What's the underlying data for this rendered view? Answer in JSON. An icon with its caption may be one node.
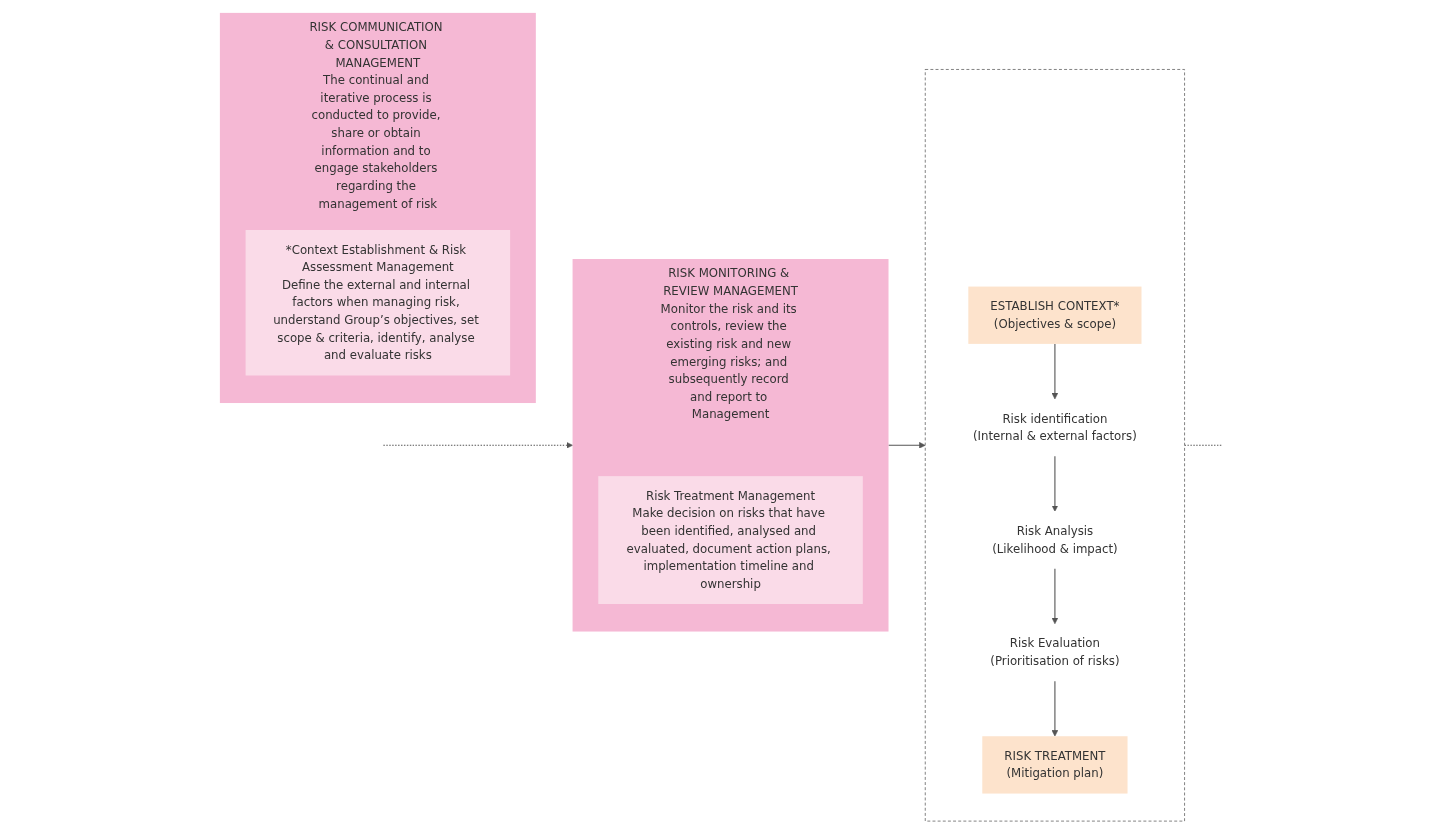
{
  "diagram": {
    "nodes": [
      {
        "text": [
          "RISK COMMUNICATION & CONSULTATION MANAGEMENT",
          "The continual and iterative process is conducted to provide, share or obtain information and to engage stakeholders regarding the management of risk"
        ]
      },
      {
        "text": [
          "*Context Establishment & Risk Assessment Management",
          "Define the external and internal factors when managing risk, understand Group’s objectives, set scope & criteria, identify, analyse and evaluate risks"
        ],
        "in": 0
      },
      {
        "text": [],
        "shape": "box"
      },
      {
        "text": [
          "ESTABLISH CONTEXT*",
          "(Objectives & scope)"
        ],
        "in": 2
      },
      {
        "text": [
          "Risk identification",
          "(Internal & external factors)"
        ],
        "in": 2
      },
      {
        "text": [
          "Risk Analysis",
          "(Likelihood & impact)"
        ],
        "in": 2
      },
      {
        "text": [
          "Risk Evaluation",
          "(Prioritisation of risks)"
        ],
        "in": 2
      },
      {
        "text": [
          "RISK TREATMENT",
          "(Mitigation plan)"
        ],
        "in": 2
      },
      {
        "text": [
          "RISK MONITORING & REVIEW MANAGEMENT",
          "Monitor the risk and its controls, review the existing risk and new emerging risks; and subsequently record and report to Management"
        ]
      },
      {
        "text": [
          "Risk Treatment Management",
          "Make decision on risks that have been identified, analysed and evaluated, document action plans, implementation timeline and ownership"
        ],
        "in": 8
      }
    ],
    "edges": [
      {
        "from": 8,
        "to": 2,
        "arrow": "to"
      },
      {
        "from": 3,
        "to": 4,
        "arrow": "to"
      },
      {
        "from": 4,
        "to": 5,
        "arrow": "to"
      },
      {
        "from": 5,
        "to": 6,
        "arrow": "to"
      },
      {
        "from": 6,
        "to": 7,
        "arrow": "to"
      },
      {
        "from": 2,
        "to": null,
        "arrow": "none",
        "style": "dashed"
      },
      {
        "from": null,
        "to": 8,
        "arrow": "to",
        "style": "dashed"
      }
    ]
  }
}
